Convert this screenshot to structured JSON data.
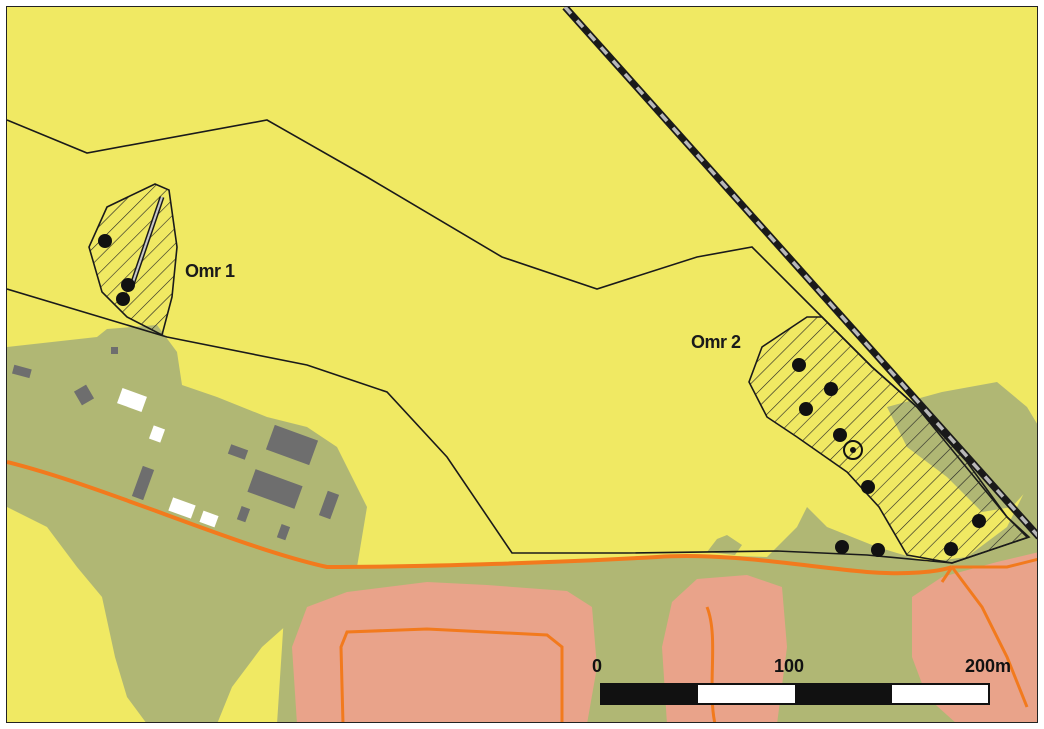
{
  "map": {
    "areas": [
      {
        "label": "Omr 1"
      },
      {
        "label": "Omr 2"
      }
    ],
    "scale_bar": {
      "ticks": [
        "0",
        "100",
        "200m"
      ],
      "segments": 4
    },
    "colors": {
      "farmland": "#f0e963",
      "forest": "#b0b774",
      "built_up": "#e9a38a",
      "road": "#f27a1d",
      "building_dark": "#6e6e6e",
      "building_light": "#ffffff",
      "railway_dark": "#1a1a1a",
      "railway_light": "#b8b8b8",
      "boundary": "#1a1a1a"
    }
  }
}
